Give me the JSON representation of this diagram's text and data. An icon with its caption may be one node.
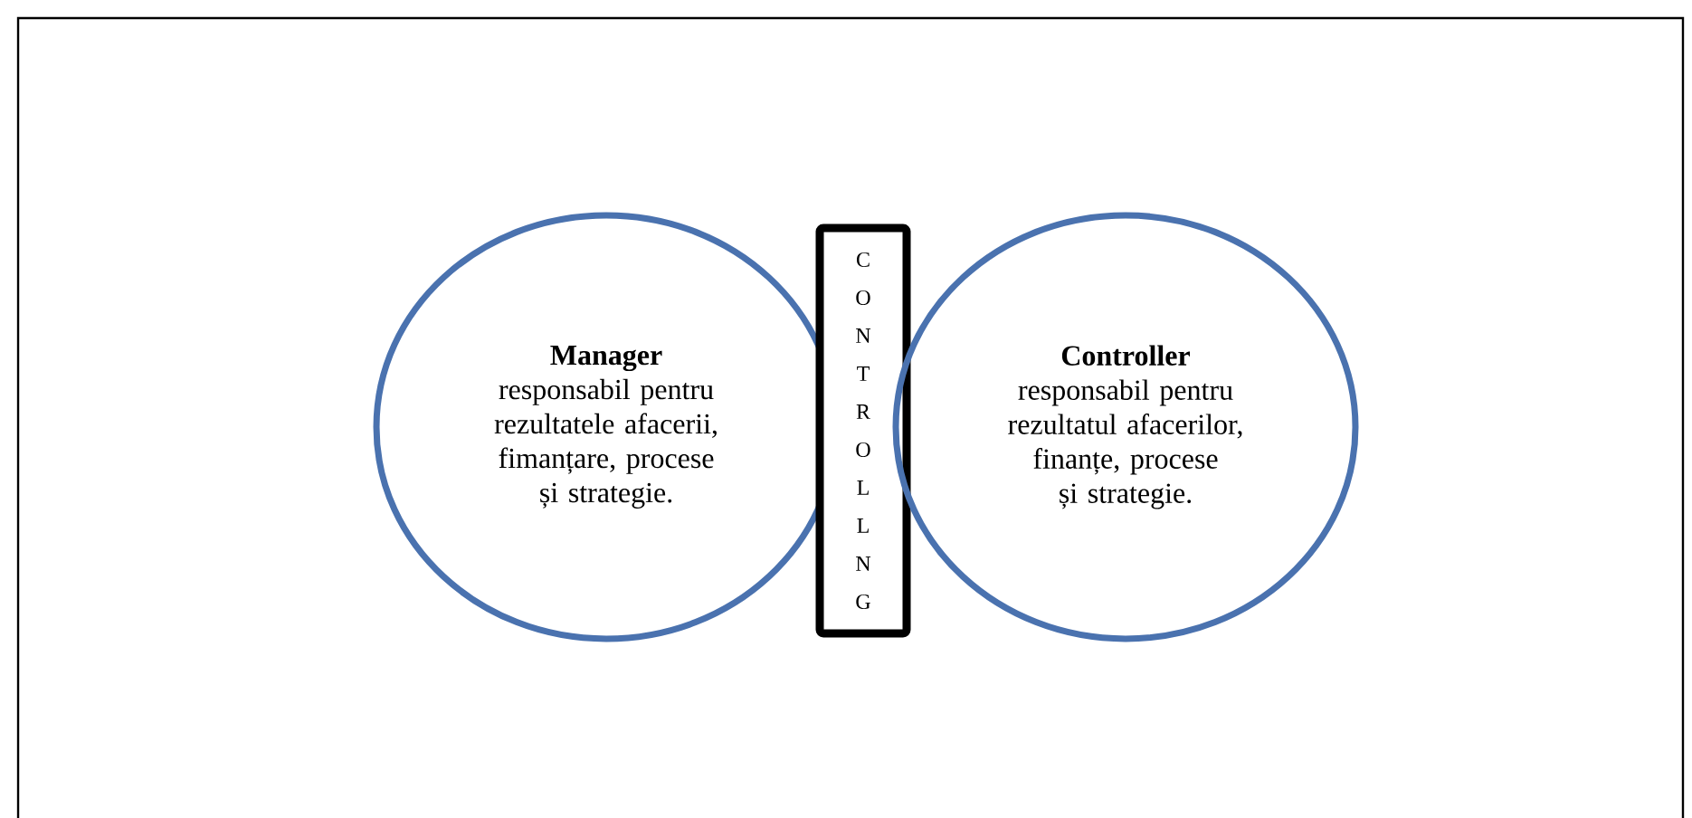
{
  "diagram": {
    "nodes": [
      {
        "text": [
          "Manager",
          "responsabil pentru rezultatele afacerii, fimanțare, procese și strategie."
        ]
      },
      {
        "text": [
          "CONTROLLNG"
        ]
      },
      {
        "text": [
          "Controller",
          "responsabil pentru rezultatul afacerilor, finanțe, procese și strategie."
        ]
      }
    ]
  }
}
